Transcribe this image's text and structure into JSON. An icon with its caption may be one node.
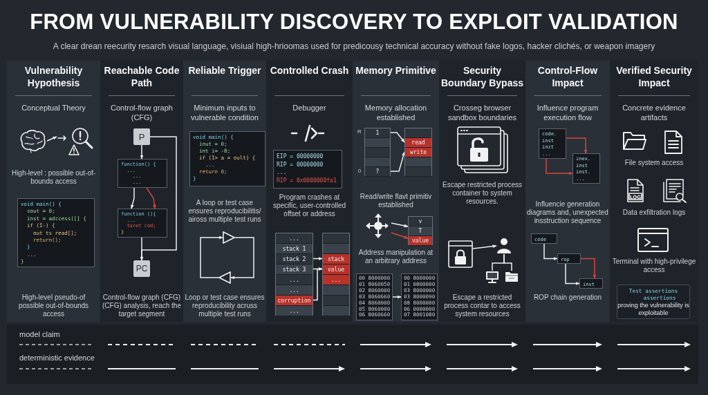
{
  "diagram": {
    "title": "FROM VULNERABILITY DISCOVERY TO EXPLOIT VALIDATION",
    "nodes": [
      {
        "text": [
          "Vulnerability Hypothesis",
          "Conceptual Theory",
          "High-level : possible out-of-bounds access",
          "High-level pseudo-of possible out-of-bounds access"
        ]
      },
      {
        "text": [
          "void main() {",
          "sout = 0;",
          "inst = adccess([] {",
          "if (I-) {",
          "out ts read[];",
          "return();",
          "}",
          "...",
          "}"
        ],
        "in": 0
      },
      {
        "text": [],
        "shape": "picture",
        "in": 0
      },
      {
        "text": [],
        "shape": "picture",
        "in": 0
      },
      {
        "text": [
          "Reachable Code Path",
          "Control-flow graph (CFG)",
          "Control-flow graph (CFG) (CFG) analysis, reach the target segment"
        ]
      },
      {
        "text": [
          "P"
        ],
        "in": 4
      },
      {
        "text": [
          "function() {",
          "...",
          "...",
          "..."
        ],
        "in": 4
      },
      {
        "text": [
          "function (){",
          "...",
          "taret cod;",
          "}"
        ],
        "in": 4
      },
      {
        "text": [
          "PC"
        ],
        "in": 4
      },
      {
        "text": [
          "Reliable Trigger",
          "Minimum inputs to vulnerable condition",
          "A loop or test case ensures reproducibilitis/ aiross multiple test runs",
          "Loop or test case ensures reproducibility acruss multiple test runs"
        ]
      },
      {
        "text": [
          "void main() {",
          "inut = 0;",
          "int i= -8;",
          "if (I> a = oult) {",
          "...",
          "return 0;",
          "}"
        ],
        "in": 9
      },
      {
        "text": [],
        "shape": "triangle",
        "in": 9
      },
      {
        "text": [],
        "shape": "triangle",
        "in": 9
      },
      {
        "text": [
          "Controlled Crash",
          "Debugger",
          "Program crashes at specific, user-controlled offset or address"
        ]
      },
      {
        "text": [
          "EIP = 00000000",
          "RIP = 00000000",
          "...",
          "RIP = 0x0000000fa1"
        ],
        "in": 13
      },
      {
        "text": [
          "...",
          "stack 1",
          "stack 2",
          "stack 3",
          "...",
          "...",
          "corruption",
          "..."
        ],
        "in": 13
      },
      {
        "text": [
          "stack",
          "value",
          "..."
        ],
        "in": 13
      },
      {
        "text": [
          "Memory Primitive",
          "Memory allocation established",
          "Read/write flavt primitiv established",
          "Address manipulation at an arbitrary address"
        ]
      },
      {
        "text": [
          "1",
          "?"
        ],
        "in": 17,
        "beside": [
          "R",
          "0"
        ]
      },
      {
        "text": [
          "read",
          "write"
        ],
        "in": 17
      },
      {
        "text": [],
        "shape": "picture",
        "in": 17
      },
      {
        "text": [
          "v",
          "T",
          "value"
        ],
        "in": 17
      },
      {
        "text": [
          "00 8000000",
          "01 8060050",
          "02 8060000",
          "03 8060660",
          "04 8060000",
          "05 8060000",
          "06 8060660"
        ],
        "in": 17
      },
      {
        "text": [
          "00 8000000",
          "01 0800000",
          "03 8000000",
          "03 8000090",
          "08 8000000",
          "06 0000000",
          "07 8001080"
        ],
        "in": 17
      },
      {
        "text": [
          "Security Boundary Bypass",
          "Crosseg browser sandbox boundaries",
          "Escape restricted process container to system resources.",
          "Escape a restricted process contar to access system resources"
        ]
      },
      {
        "text": [],
        "shape": "picture",
        "in": 24
      },
      {
        "text": [],
        "shape": "picture",
        "in": 24
      },
      {
        "text": [],
        "shape": "person",
        "in": 24
      },
      {
        "text": [],
        "shape": "picture",
        "in": 24
      },
      {
        "text": [],
        "shape": "picture",
        "in": 24
      },
      {
        "text": [
          "Control-Flow Impact",
          "Influence program execution flow",
          "Influencie generation diagrams and, unexpected insstruction sequence",
          "ROP chain generation"
        ]
      },
      {
        "text": [
          "code.",
          "inst",
          "inzt",
          "..."
        ],
        "in": 30
      },
      {
        "text": [
          "inex.",
          "inst",
          "inst.",
          "..."
        ],
        "in": 30
      },
      {
        "text": [
          "code"
        ],
        "in": 30
      },
      {
        "text": [
          "rop"
        ],
        "in": 30
      },
      {
        "text": [
          "inst"
        ],
        "in": 30
      },
      {
        "text": [
          "Verified Security Impact",
          "Concrete evidence artifacts",
          "File system access",
          "Data exfiltration logs",
          "Terminal with high-privilege access"
        ]
      },
      {
        "text": [
          "Test assertions",
          "assertions",
          "proving the vulnerability is exploitable"
        ],
        "in": 36
      }
    ],
    "edges": [
      {
        "from": 2,
        "to": 3,
        "arrow": "to"
      },
      {
        "from": 5,
        "to": 6,
        "arrow": "to"
      },
      {
        "from": 6,
        "to": 7,
        "arrow": "to"
      },
      {
        "from": 6,
        "to": 7,
        "arrow": "to",
        "color": "#d9443a"
      },
      {
        "from": 7,
        "to": 8,
        "arrow": "to"
      },
      {
        "from": 5,
        "to": 8,
        "arrow": "to"
      },
      {
        "from": 11,
        "to": 12,
        "arrow": "to"
      },
      {
        "from": 12,
        "to": 11,
        "arrow": "to"
      },
      {
        "from": 15,
        "to": 16,
        "arrow": "to"
      },
      {
        "from": 15,
        "to": 16,
        "arrow": "to"
      },
      {
        "from": 15,
        "to": 16,
        "arrow": "to"
      },
      {
        "from": 18,
        "to": 19,
        "arrow": "to"
      },
      {
        "from": 18,
        "to": 19,
        "arrow": "to"
      },
      {
        "from": 20,
        "to": 21,
        "arrow": "to"
      },
      {
        "from": 20,
        "to": 21,
        "arrow": "to",
        "color": "#d9443a"
      },
      {
        "from": 22,
        "to": 23,
        "arrow": "to"
      },
      {
        "from": 26,
        "to": 27,
        "arrow": "to"
      },
      {
        "from": 27,
        "to": 28,
        "arrow": "none"
      },
      {
        "from": 27,
        "to": 29,
        "arrow": "none"
      },
      {
        "from": 31,
        "to": 32,
        "arrow": "to",
        "color": "#d9443a"
      },
      {
        "from": 31,
        "to": 32,
        "arrow": "to",
        "color": "#d9443a"
      },
      {
        "from": 33,
        "to": 34,
        "arrow": "to"
      },
      {
        "from": 34,
        "to": 35,
        "arrow": "to"
      },
      {
        "from": 34,
        "to": 35,
        "arrow": "to",
        "color": "#d9443a"
      }
    ],
    "labels": [
      "A clear drean reecurity resarch visual language, visiual high-hrioomas used for predicousy technical accuracy without fake logos, hacker clichés, or weapon imagery",
      "LOG"
    ],
    "legend": [
      {
        "text": "model claim"
      },
      {
        "text": "deterministic evidence"
      }
    ]
  }
}
